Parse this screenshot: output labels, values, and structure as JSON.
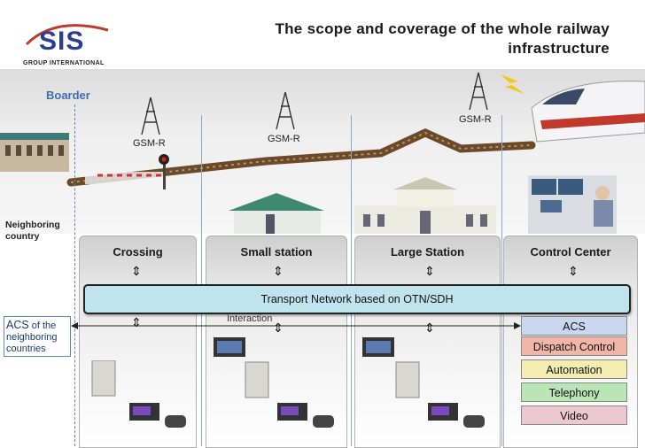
{
  "title": "The scope and coverage of the whole railway infrastructure",
  "logo": {
    "name": "SIS",
    "subtitle": "GROUP INTERNATIONAL"
  },
  "boarder_label": "Boarder",
  "gsm_labels": [
    "GSM-R",
    "GSM-R",
    "GSM-R"
  ],
  "neighboring_label": "Neighboring country",
  "panels": [
    {
      "label": "Crossing"
    },
    {
      "label": "Small station"
    },
    {
      "label": "Large Station"
    },
    {
      "label": "Control Center"
    }
  ],
  "transport_label": "Transport Network based on OTN/SDH",
  "interaction_label": "Interaction",
  "acs_left": {
    "line1": "ACS",
    "line1b": "of the",
    "line2": "neighboring",
    "line3": "countries"
  },
  "services": [
    {
      "label": "ACS",
      "color": "#c9d8ee"
    },
    {
      "label": "Dispatch Control",
      "color": "#f2b6a8"
    },
    {
      "label": "Automation",
      "color": "#f3eeb0"
    },
    {
      "label": "Telephony",
      "color": "#b9e6b4"
    },
    {
      "label": "Video",
      "color": "#eec8d0"
    }
  ]
}
